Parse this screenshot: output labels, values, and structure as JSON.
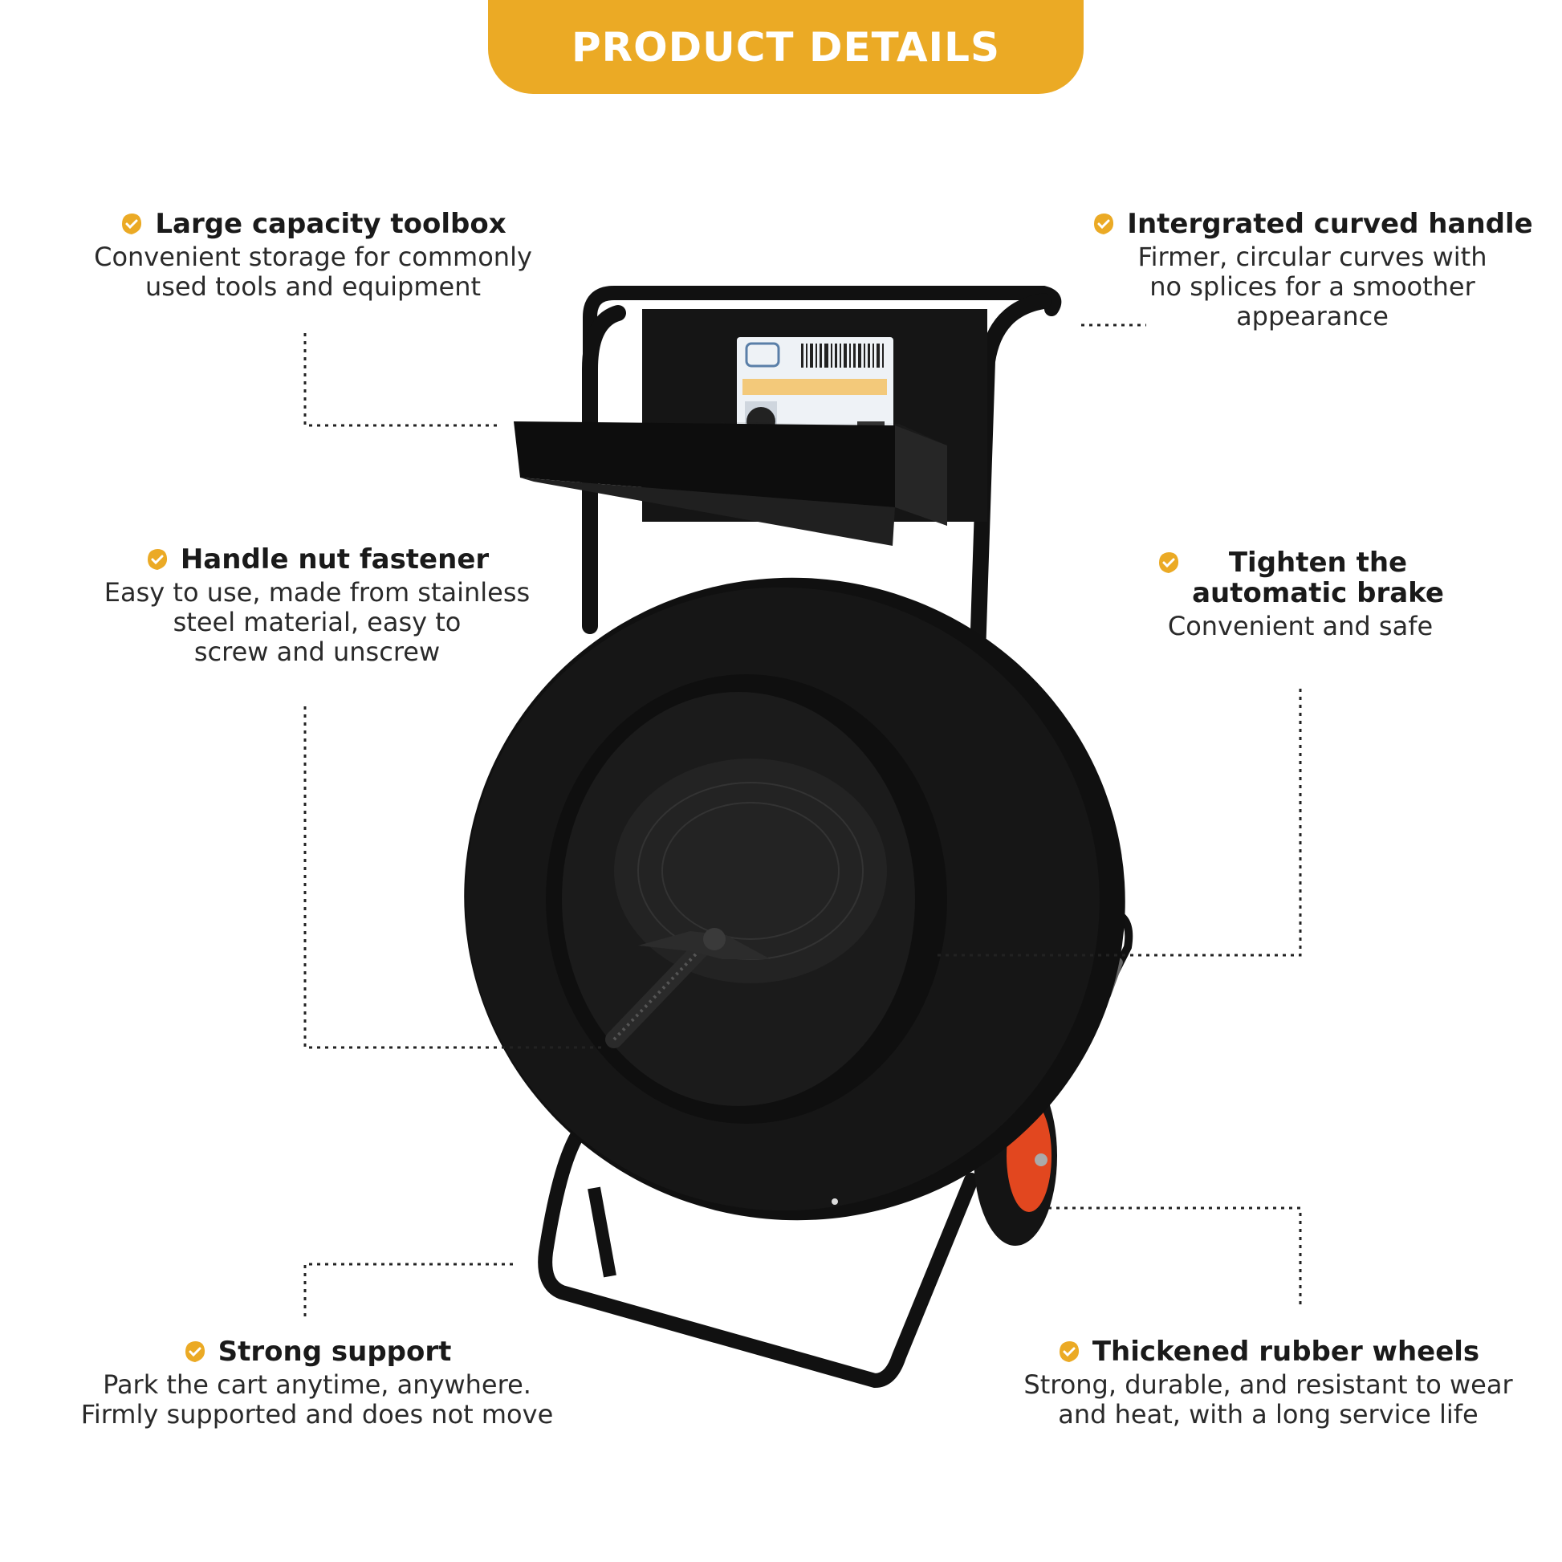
{
  "banner": {
    "title": "PRODUCT DETAILS",
    "color": "#ebaa25"
  },
  "features": {
    "toolbox": {
      "title": "Large capacity toolbox",
      "desc": "Convenient storage for commonly\nused tools and equipment",
      "icon": "check-badge-icon"
    },
    "handle": {
      "title": "Intergrated curved handle",
      "desc": "Firmer, circular curves with\nno splices for a smoother\nappearance",
      "icon": "check-badge-icon"
    },
    "nut": {
      "title": "Handle nut fastener",
      "desc": "Easy to use, made from stainless\nsteel material, easy to\nscrew and unscrew",
      "icon": "check-badge-icon"
    },
    "brake": {
      "title": "Tighten the\nautomatic brake",
      "desc": "Convenient and safe",
      "icon": "check-badge-icon"
    },
    "support": {
      "title": "Strong support",
      "desc": "Park the cart anytime, anywhere.\nFirmly supported and does not move",
      "icon": "check-badge-icon"
    },
    "wheels": {
      "title": "Thickened rubber wheels",
      "desc": "Strong, durable, and resistant to wear\nand heat, with a long service life",
      "icon": "check-badge-icon"
    }
  },
  "colors": {
    "accent": "#ebaa25",
    "product": "#111111",
    "wheel_hub": "#e2471f"
  }
}
